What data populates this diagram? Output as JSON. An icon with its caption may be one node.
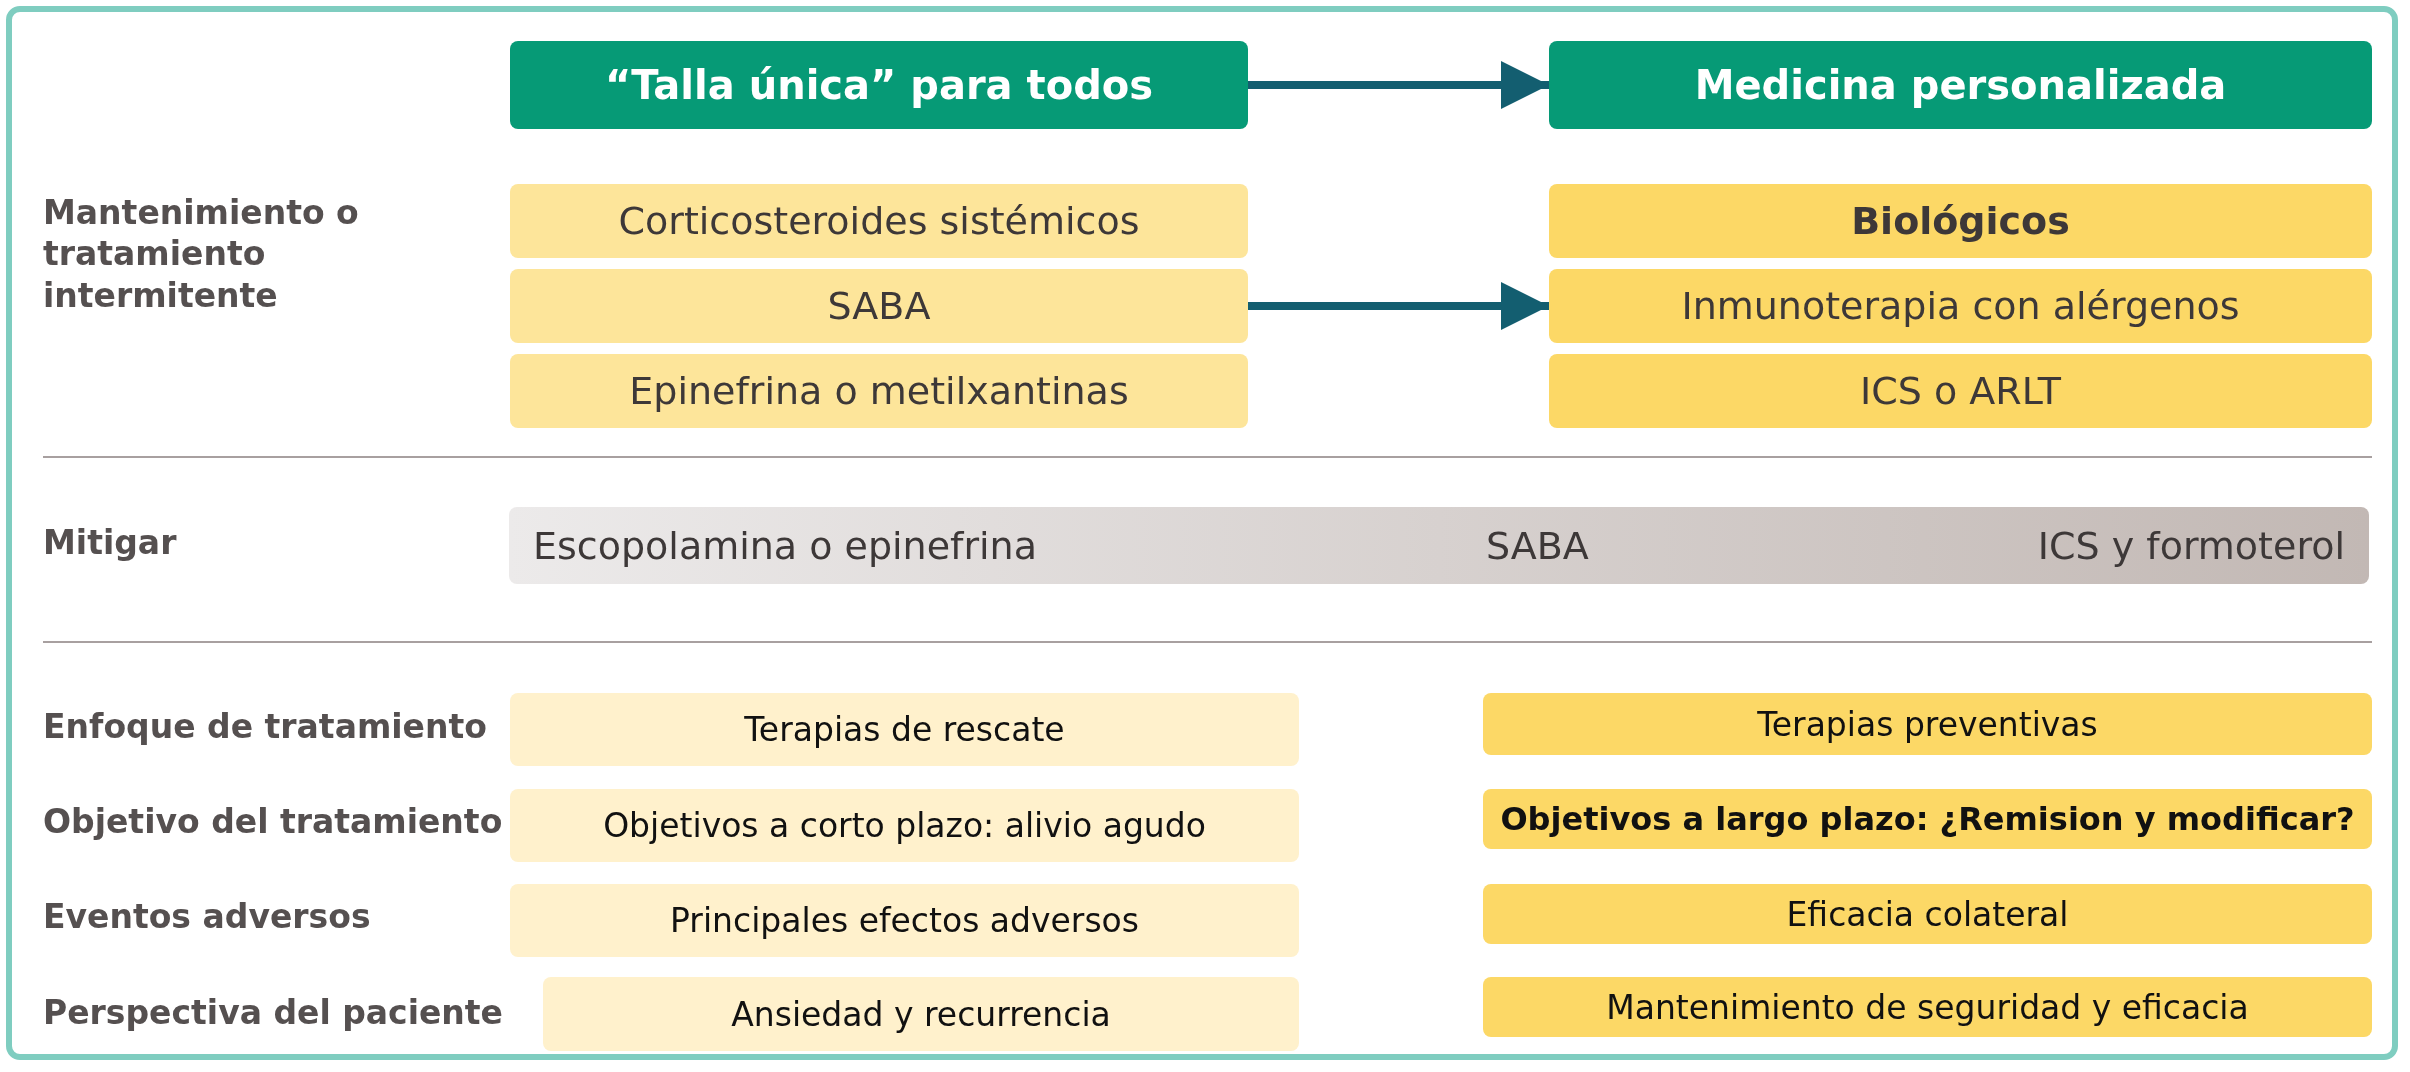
{
  "diagram": {
    "nodes": [
      {
        "text": [
          "“Talla única” para todos"
        ]
      },
      {
        "text": [
          "Medicina personalizada"
        ]
      },
      {
        "text": [
          "Corticosteroides sistémicos"
        ]
      },
      {
        "text": [
          "SABA"
        ]
      },
      {
        "text": [
          "Epinefrina o metilxantinas"
        ]
      },
      {
        "text": [
          "Biológicos"
        ]
      },
      {
        "text": [
          "Inmunoterapia con alérgenos"
        ]
      },
      {
        "text": [
          "ICS o ARLT"
        ]
      },
      {
        "text": [
          "Escopolamina o epinefrina",
          "SABA",
          "ICS y formoterol"
        ]
      },
      {
        "text": [
          "Terapias de rescate"
        ]
      },
      {
        "text": [
          "Objetivos a corto plazo: alivio agudo"
        ]
      },
      {
        "text": [
          "Principales efectos adversos"
        ]
      },
      {
        "text": [
          "Ansiedad y recurrencia"
        ]
      },
      {
        "text": [
          "Terapias preventivas"
        ]
      },
      {
        "text": [
          "Objetivos a largo plazo: ¿Remision y modificar?"
        ]
      },
      {
        "text": [
          "Eficacia colateral"
        ]
      },
      {
        "text": [
          "Mantenimiento de seguridad y eficacia"
        ]
      }
    ],
    "edges": [
      {
        "from": 0,
        "to": 1,
        "arrow": "to"
      },
      {
        "from": 3,
        "to": 6,
        "arrow": "to"
      }
    ],
    "labels": [
      "Mantenimiento o tratamiento intermitente",
      "Mitigar",
      "Enfoque de tratamiento",
      "Objetivo del tratamiento",
      "Eventos adversos",
      "Perspectiva del paciente"
    ]
  }
}
